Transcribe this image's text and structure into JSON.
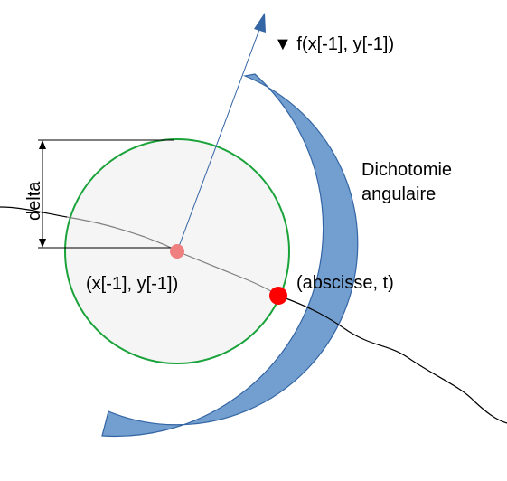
{
  "labels": {
    "gradient": "▼ f(x[-1], y[-1])",
    "method_line1": "Dichotomie",
    "method_line2": "angulaire",
    "delta": "delta",
    "previous_point": "(x[-1], y[-1])",
    "found_point": "(abscisse, t)"
  },
  "colors": {
    "background": "#ffffff",
    "arc_fill": "#729fcf",
    "arc_stroke": "#3465a4",
    "circle_fill": "#f5f5f5",
    "circle_stroke": "#1aa33a",
    "direction_arrow": "#3465a4",
    "previous_point": "#f08080",
    "found_point": "#ff0000",
    "curve": "#000000",
    "inner_curve": "#808080",
    "text": "#000000"
  },
  "icons": {
    "direction_arrowhead": "triangle-arrowhead-icon",
    "dimension_arrowheads": "double-arrow-icon"
  }
}
